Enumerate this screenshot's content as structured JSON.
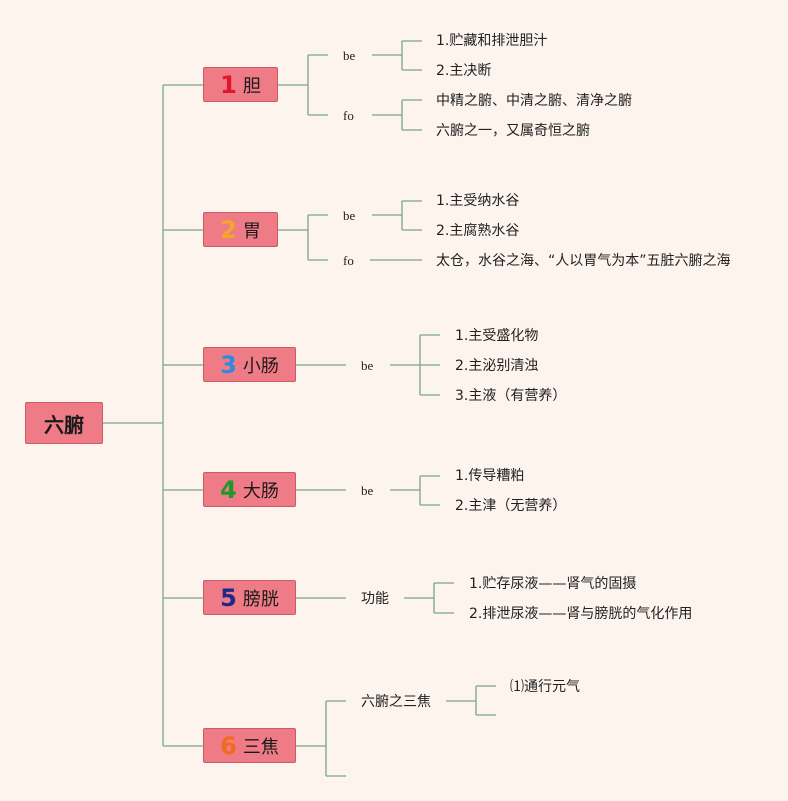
{
  "root": {
    "label": "六腑"
  },
  "branches": [
    {
      "num": "1",
      "num_color": "#e3162c",
      "label": "胆",
      "groups": [
        {
          "label": "be",
          "items": [
            "1.贮藏和排泄胆汁",
            "2.主决断"
          ]
        },
        {
          "label": "fo",
          "items": [
            "中精之腑、中清之腑、清净之腑",
            "六腑之一，又属奇恒之腑"
          ]
        }
      ]
    },
    {
      "num": "2",
      "num_color": "#f3a52e",
      "label": "胃",
      "groups": [
        {
          "label": "be",
          "items": [
            "1.主受纳水谷",
            "2.主腐熟水谷"
          ]
        },
        {
          "label": "fo",
          "items": [
            "太仓，水谷之海、“人以胃气为本”五脏六腑之海"
          ]
        }
      ]
    },
    {
      "num": "3",
      "num_color": "#2e8be0",
      "label": "小肠",
      "groups": [
        {
          "label": "be",
          "items": [
            "1.主受盛化物",
            "2.主泌别清浊",
            "3.主液（有营养）"
          ]
        }
      ]
    },
    {
      "num": "4",
      "num_color": "#1f9a2a",
      "label": "大肠",
      "groups": [
        {
          "label": "be",
          "items": [
            "1.传导糟粕",
            "2.主津（无营养）"
          ]
        }
      ]
    },
    {
      "num": "5",
      "num_color": "#1c2a8c",
      "label": "膀胱",
      "groups": [
        {
          "label": "功能",
          "items": [
            "1.贮存尿液——肾气的固摄",
            "2.排泄尿液——肾与膀胱的气化作用"
          ]
        }
      ]
    },
    {
      "num": "6",
      "num_color": "#f26a1b",
      "label": "三焦",
      "groups": [
        {
          "label": "六腑之三焦",
          "items": [
            "⑴通行元气",
            ""
          ]
        },
        {
          "label": "",
          "items": []
        }
      ]
    }
  ],
  "colors": {
    "line": "#7aa595",
    "node_fill": "#ee7b86",
    "background": "#fdf4ee"
  }
}
